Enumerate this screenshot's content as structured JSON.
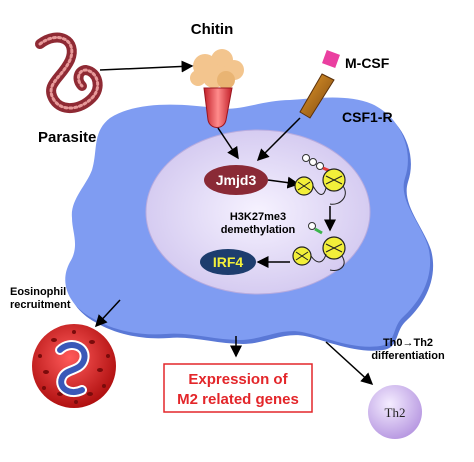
{
  "labels": {
    "chitin": "Chitin",
    "mcsf": "M-CSF",
    "csf1r": "CSF1-R",
    "parasite": "Parasite",
    "jmjd3": "Jmjd3",
    "h3k27_line1": "H3K27me3",
    "h3k27_line2": "demethylation",
    "irf4": "IRF4",
    "eosinophil_line1": "Eosinophil",
    "eosinophil_line2": "recruitment",
    "th_line1": "Th0→Th2",
    "th_line2": "differentiation",
    "th2": "Th2",
    "expression_line1": "Expression of",
    "expression_line2": "M2 related genes"
  },
  "colors": {
    "cell": "#7f9cf2",
    "cell_dark": "#5a78d6",
    "nucleus": "#ddd6f2",
    "jmjd3": "#8a2a36",
    "irf4_bg": "#1d3d6e",
    "irf4_text": "#f2ef3a",
    "expression_text": "#e3262a",
    "mcsf": "#ea3fa0",
    "chitin": "#f3c58e",
    "receptor": "#e33b43",
    "eosinophil": "#d92424",
    "th2": "#c4a8e6",
    "parasite": "#8f2a34"
  }
}
